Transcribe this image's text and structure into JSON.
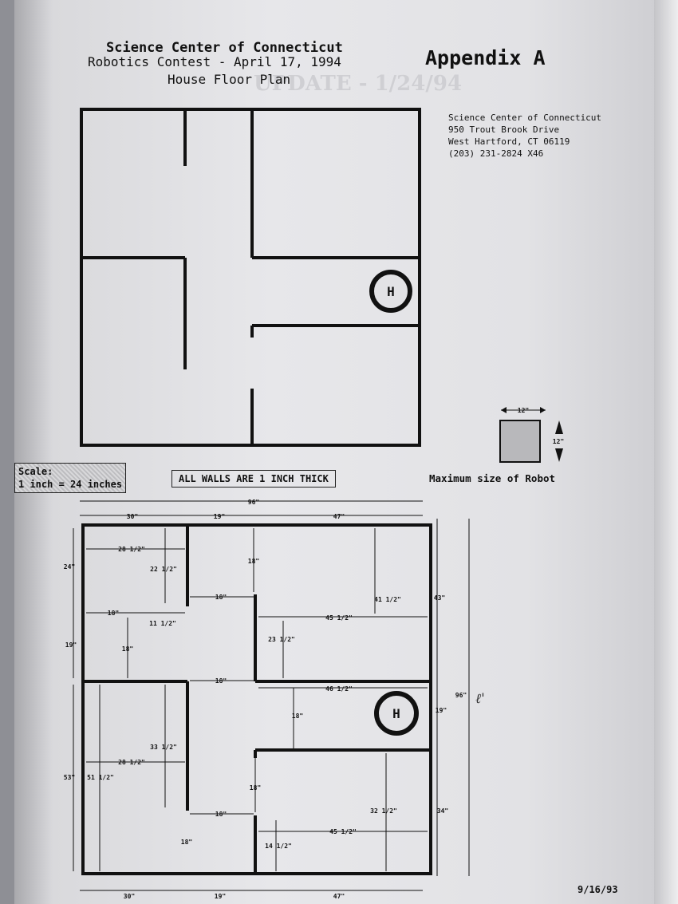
{
  "header": {
    "line1": "Science Center of Connecticut",
    "line2": "Robotics Contest - April 17, 1994",
    "line3": "House Floor Plan",
    "appendix": "Appendix A"
  },
  "address": {
    "name": "Science Center of Connecticut",
    "street": "950 Trout Brook Drive",
    "city": "West Hartford, CT 06119",
    "phone": "(203) 231-2824 X46"
  },
  "home_base_label": "H",
  "scale": {
    "line1": "Scale:",
    "line2": "1 inch = 24 inches"
  },
  "walls_note": "ALL WALLS ARE 1 INCH THICK",
  "robot": {
    "caption": "Maximum size of Robot",
    "width_label": "12\"",
    "height_label": "12\""
  },
  "dimensions": {
    "top_30": "30\"",
    "top_19": "19\"",
    "top_47": "47\"",
    "total_96": "96\"",
    "d_28_5_top": "28 1/2\"",
    "d_22_5": "22 1/2\"",
    "d_18_a": "18\"",
    "d_18_b": "18\"",
    "d_41_5": "41 1/2\"",
    "d_43": "43\"",
    "d_24": "24\"",
    "d_18_c": "18\"",
    "d_11_5": "11 1/2\"",
    "d_45_5_top": "45 1/2\"",
    "d_23_5": "23 1/2\"",
    "d_19_left": "19\"",
    "d_18_d": "18\"",
    "d_18_e": "18\"",
    "d_46_5": "46 1/2\"",
    "d_18_f": "18\"",
    "d_19_right": "19\"",
    "d_96_right": "96\"",
    "d_33_5": "33 1/2\"",
    "d_28_5_bottom": "28 1/2\"",
    "d_53": "53\"",
    "d_51_5": "51 1/2\"",
    "d_18_g": "18\"",
    "d_18_h": "18\"",
    "d_32_5": "32 1/2\"",
    "d_34": "34\"",
    "d_45_5_bottom": "45 1/2\"",
    "d_18_i": "18\"",
    "d_14_5": "14 1/2\"",
    "bottom_30": "30\"",
    "bottom_19": "19\"",
    "bottom_47": "47\""
  },
  "footer_date": "9/16/93"
}
